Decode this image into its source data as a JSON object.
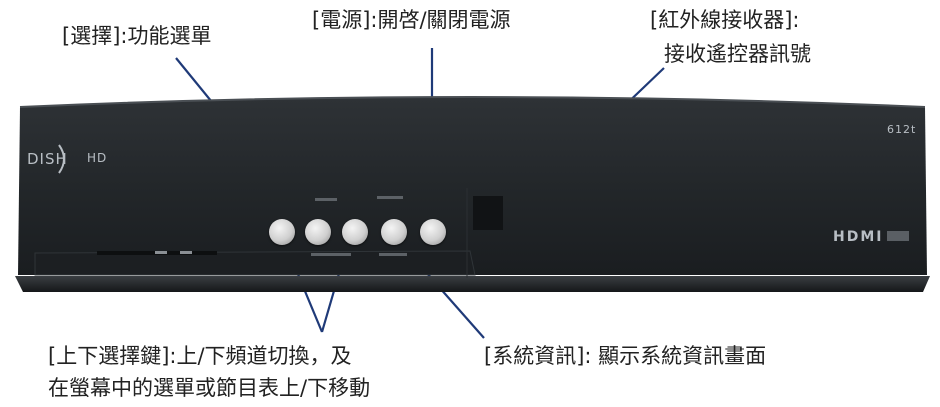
{
  "callouts": {
    "select": "[選擇]:功能選單",
    "power": "[電源]:開啓/關閉電源",
    "ir_line1": "[紅外線接收器]:",
    "ir_line2": "接收遙控器訊號",
    "updown_line1": "[上下選擇鍵]:上/下頻道切換，及",
    "updown_line2": "在螢幕中的選單或節目表上/下移動",
    "sysinfo": "[系統資訊]: 顯示系統資訊畫面"
  },
  "device": {
    "brand": "DISH",
    "brand_suffix": "HD",
    "model": "612t",
    "port_label": "HDMI"
  },
  "colors": {
    "leader_line": "#1f3a78",
    "body": "#202326",
    "body_highlight": "#2c3034",
    "button": "#d6d6d6"
  }
}
